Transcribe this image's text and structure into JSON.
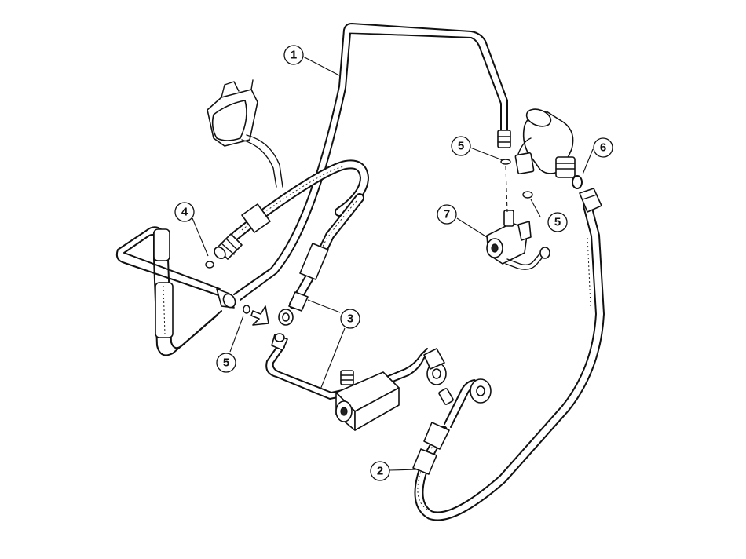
{
  "callouts": [
    {
      "id": "c1",
      "label": "1"
    },
    {
      "id": "c2",
      "label": "2"
    },
    {
      "id": "c3",
      "label": "3"
    },
    {
      "id": "c4",
      "label": "4"
    },
    {
      "id": "c5a",
      "label": "5"
    },
    {
      "id": "c5b",
      "label": "5"
    },
    {
      "id": "c5c",
      "label": "5"
    },
    {
      "id": "c6",
      "label": "6"
    },
    {
      "id": "c7",
      "label": "7"
    }
  ]
}
